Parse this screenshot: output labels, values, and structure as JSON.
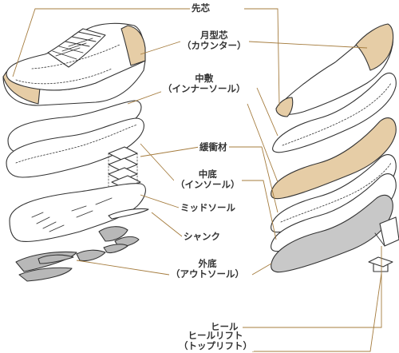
{
  "labels": {
    "sakishin": "先芯",
    "tsukigata_line1": "月型芯",
    "tsukigata_line2": "（カウンター）",
    "nakajiki_line1": "中敷",
    "nakajiki_line2": "（インナーソール）",
    "kanshozai": "緩衝材",
    "nakazoko_line1": "中底",
    "nakazoko_line2": "（インソール）",
    "midsole": "ミッドソール",
    "shank": "シャンク",
    "sotozoko_line1": "外底",
    "sotozoko_line2": "（アウトソール）",
    "heel": "ヒール",
    "heellift_line1": "ヒールリフト",
    "heellift_line2": "（トップリフト）"
  },
  "colors": {
    "outline": "#333333",
    "beige": "#e6cda6",
    "outsole_gray": "#c8c8c8",
    "tread_gray": "#b8b8b8",
    "leader": "#a57c3e"
  }
}
